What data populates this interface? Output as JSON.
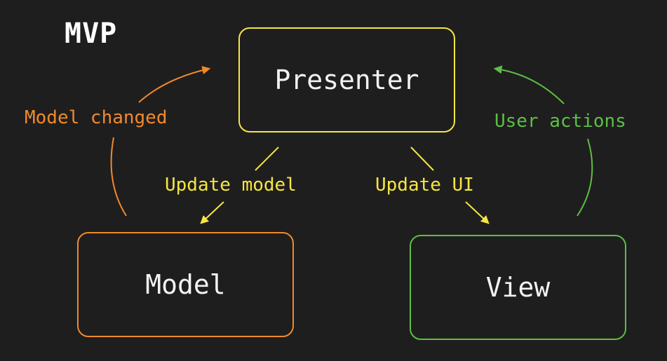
{
  "title": "MVP",
  "colors": {
    "background": "#1f1e1e",
    "presenter": "#f5e642",
    "model": "#f08a2c",
    "view": "#5cbf45",
    "box_text": "#f2f2f2"
  },
  "nodes": {
    "presenter": "Presenter",
    "model": "Model",
    "view": "View"
  },
  "edges": {
    "model_changed": "Model changed",
    "user_actions": "User actions",
    "update_model": "Update model",
    "update_ui": "Update UI"
  }
}
